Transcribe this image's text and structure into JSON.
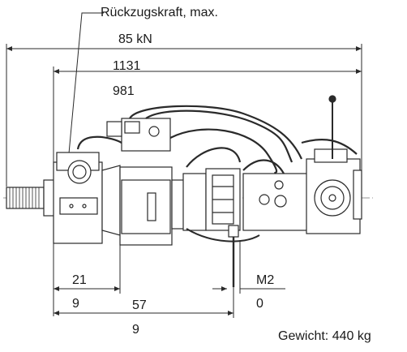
{
  "labels": {
    "force_title": "Rückzugskraft, max.",
    "force_value": "85 kN",
    "dim_overall_a": "1131",
    "dim_overall_b": "981",
    "dim_left_a": "21",
    "dim_left_b": "9",
    "dim_mid_a": "57",
    "dim_mid_b": "9",
    "thread": "M2",
    "thread_b": "0",
    "weight": "Gewicht: 440 kg"
  },
  "colors": {
    "line": "#2a2a2a",
    "text": "#1a1a1a",
    "background": "#ffffff"
  }
}
